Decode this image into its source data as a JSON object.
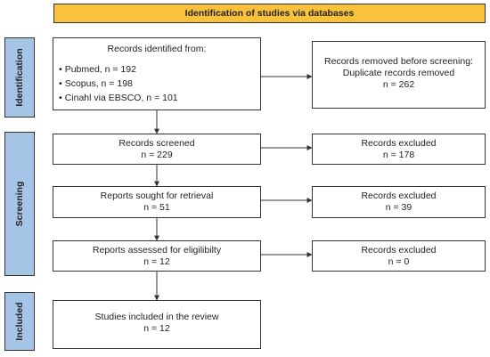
{
  "header": {
    "title": "Identification of studies via databases"
  },
  "stages": {
    "identification": "Identification",
    "screening": "Screening",
    "included": "Included"
  },
  "identified": {
    "title": "Records identified from:",
    "sources": [
      "Pubmed, n = 192",
      "Scopus, n = 198",
      "Cinahl via EBSCO, n = 101"
    ]
  },
  "removed": {
    "line1": "Records removed before screening:",
    "line2": "Duplicate records removed",
    "count": "n = 262"
  },
  "screened": {
    "label": "Records screened",
    "count": "n = 229"
  },
  "excluded_1": {
    "label": "Records excluded",
    "count": "n = 178"
  },
  "sought": {
    "label": "Reports sought for retrieval",
    "count": "n = 51"
  },
  "excluded_2": {
    "label": "Records excluded",
    "count": "n = 39"
  },
  "assessed": {
    "label": "Reports assessed for eligilibilty",
    "count": "n = 12"
  },
  "excluded_3": {
    "label": "Records excluded",
    "count": "n = 0"
  },
  "included_box": {
    "label": "Studies included in the review",
    "count": "n = 12"
  },
  "colors": {
    "header_fill": "#fac23c",
    "stage_fill": "#a6c4e6",
    "border": "#333333"
  }
}
